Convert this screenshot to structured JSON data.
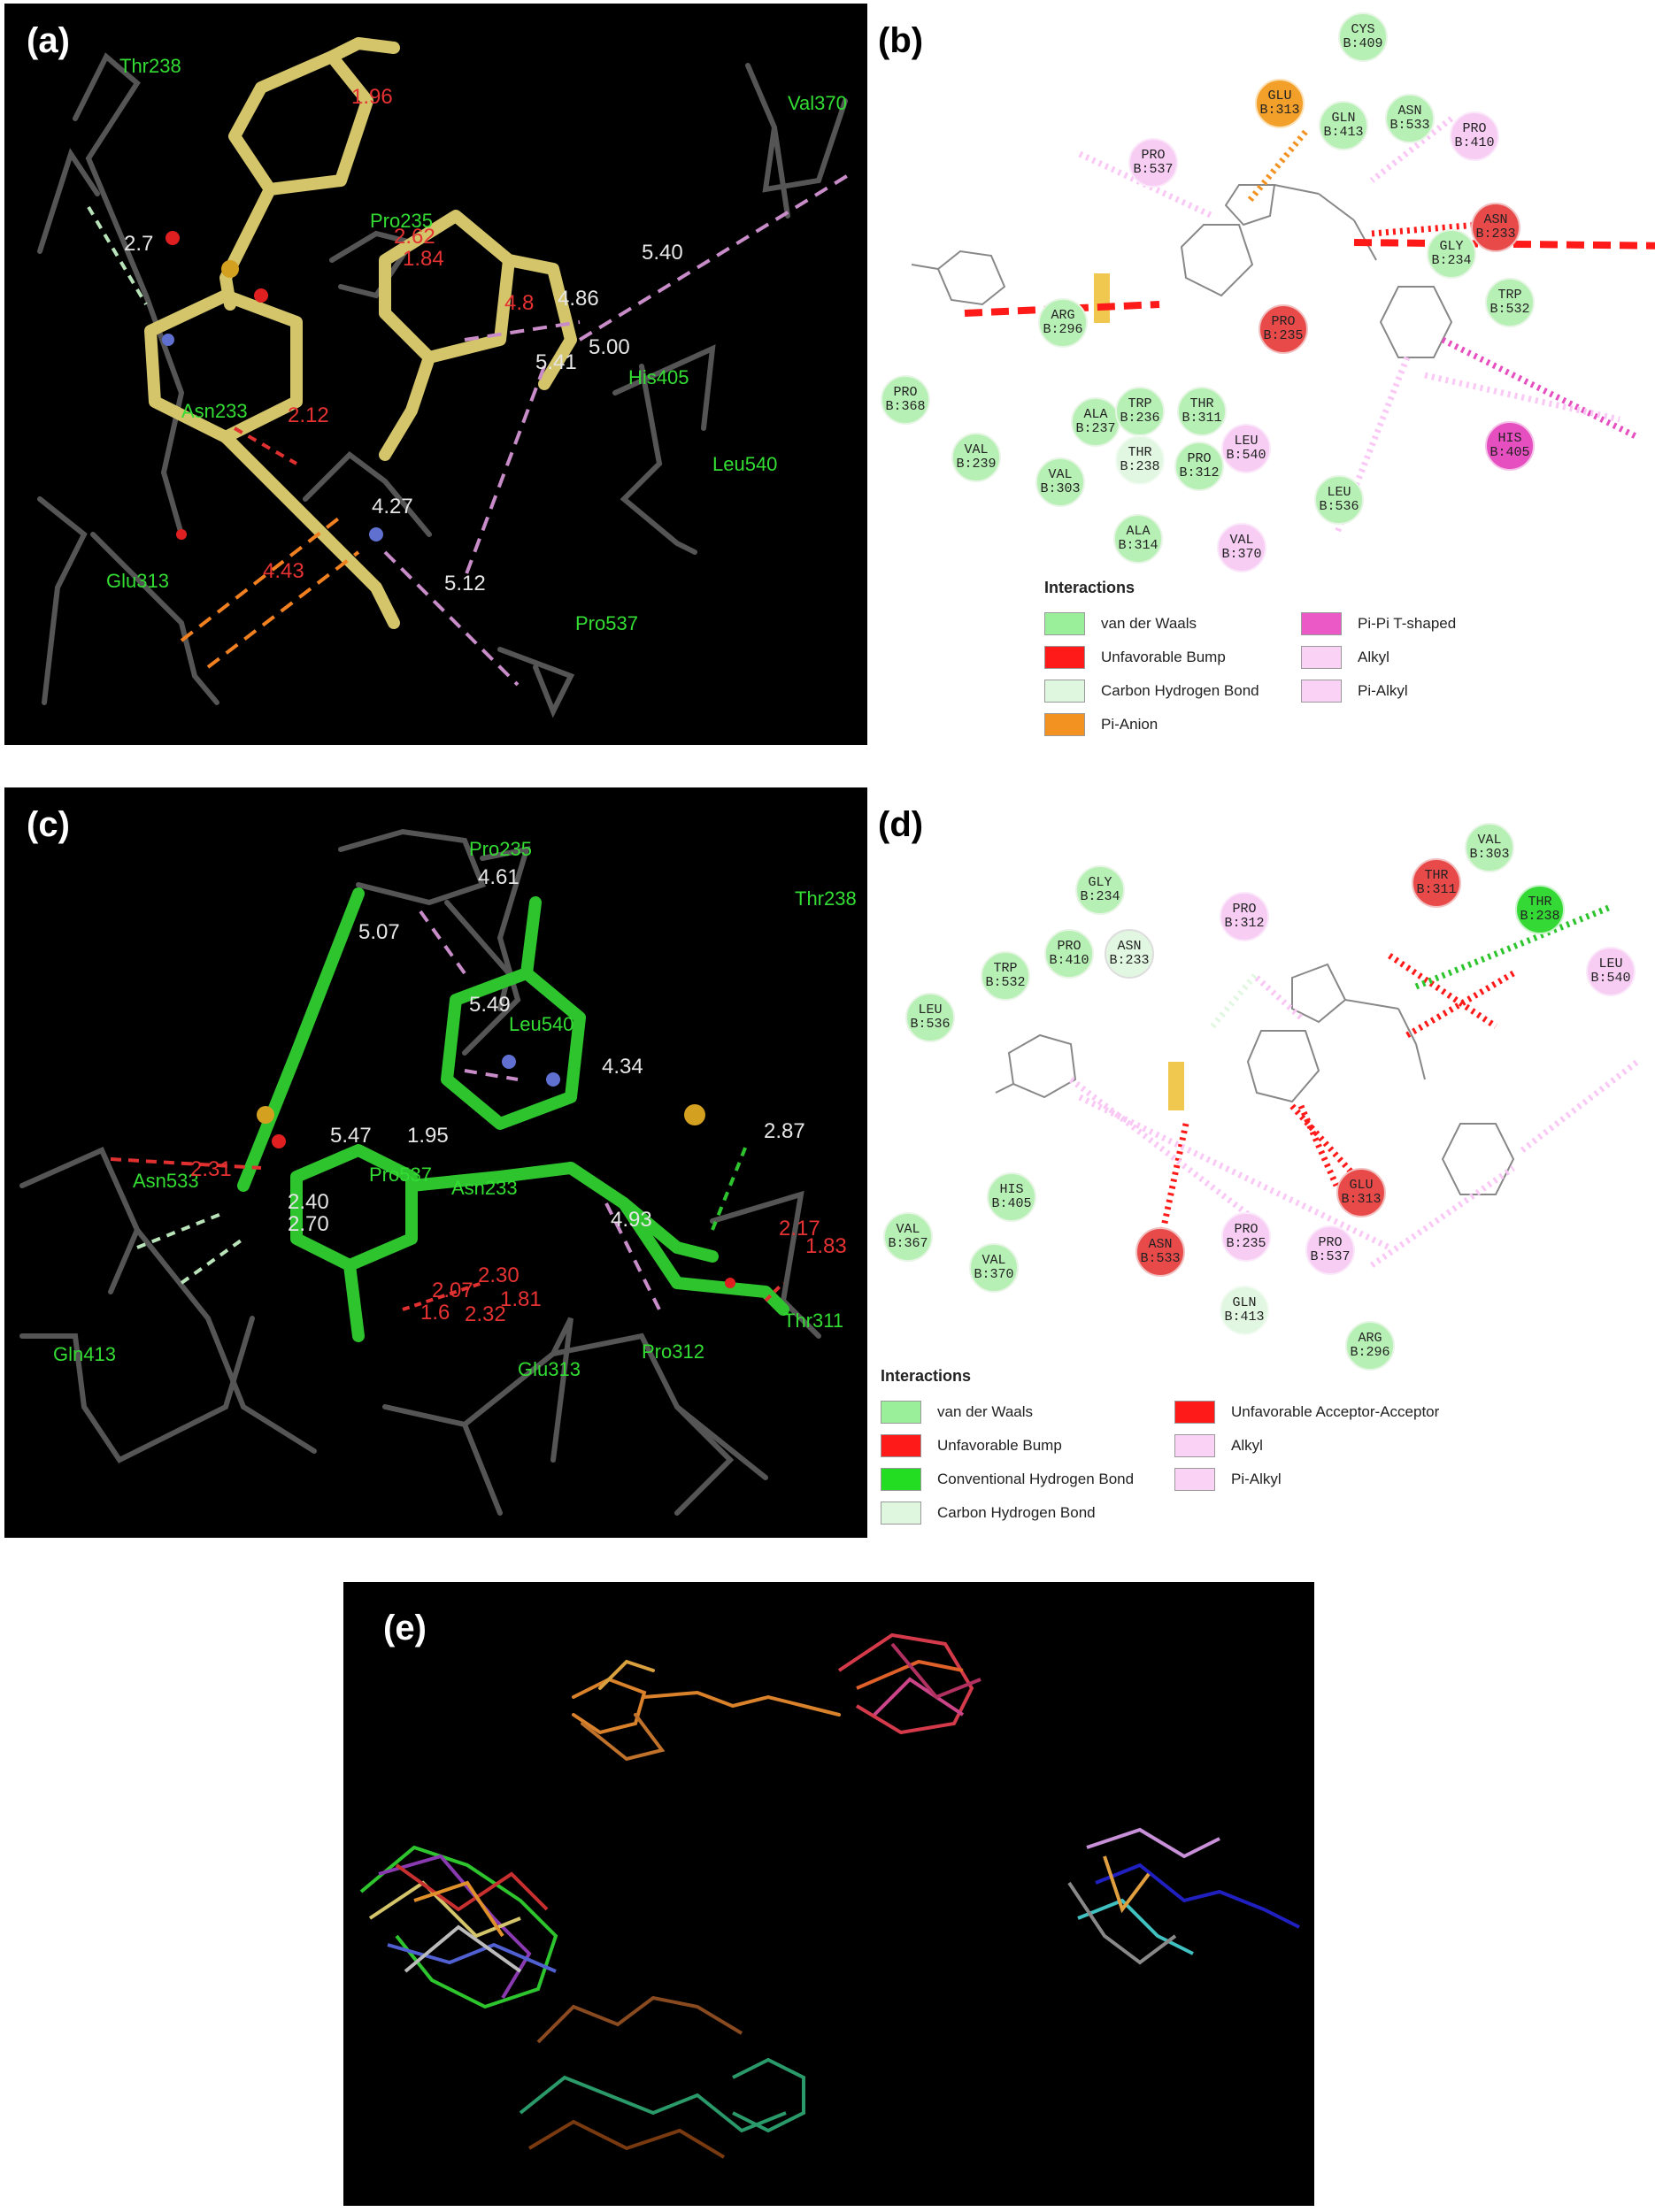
{
  "panels": {
    "a": {
      "label": "(a)"
    },
    "b": {
      "label": "(b)"
    },
    "c": {
      "label": "(c)"
    },
    "d": {
      "label": "(d)"
    },
    "e": {
      "label": "(e)"
    }
  },
  "panel_a": {
    "residues": [
      "Thr238",
      "Val370",
      "Pro235",
      "Asn233",
      "His405",
      "Leu540",
      "Glu313",
      "Pro537",
      "Leu540"
    ],
    "distances": [
      "2.7",
      "1.96",
      "5.40",
      "4.8",
      "4.86",
      "5.00",
      "5.41",
      "2.12",
      "4.27",
      "4.43",
      "5.12",
      "2.62",
      "1.84"
    ]
  },
  "panel_b": {
    "nodes": [
      {
        "name": "CYS",
        "id": "B:409"
      },
      {
        "name": "GLU",
        "id": "B:313"
      },
      {
        "name": "GLN",
        "id": "B:413"
      },
      {
        "name": "ASN",
        "id": "B:533"
      },
      {
        "name": "PRO",
        "id": "B:410"
      },
      {
        "name": "PRO",
        "id": "B:537"
      },
      {
        "name": "ASN",
        "id": "B:233"
      },
      {
        "name": "GLY",
        "id": "B:234"
      },
      {
        "name": "TRP",
        "id": "B:532"
      },
      {
        "name": "ARG",
        "id": "B:296"
      },
      {
        "name": "PRO",
        "id": "B:235"
      },
      {
        "name": "PRO",
        "id": "B:368"
      },
      {
        "name": "ALA",
        "id": "B:237"
      },
      {
        "name": "TRP",
        "id": "B:236"
      },
      {
        "name": "THR",
        "id": "B:311"
      },
      {
        "name": "VAL",
        "id": "B:239"
      },
      {
        "name": "THR",
        "id": "B:238"
      },
      {
        "name": "PRO",
        "id": "B:312"
      },
      {
        "name": "LEU",
        "id": "B:540"
      },
      {
        "name": "HIS",
        "id": "B:405"
      },
      {
        "name": "VAL",
        "id": "B:303"
      },
      {
        "name": "LEU",
        "id": "B:536"
      },
      {
        "name": "ALA",
        "id": "B:314"
      },
      {
        "name": "VAL",
        "id": "B:370"
      }
    ],
    "legend_title": "Interactions",
    "legend": [
      {
        "label": "van der Waals",
        "color": "#9af09a"
      },
      {
        "label": "Unfavorable Bump",
        "color": "#ff1a1a"
      },
      {
        "label": "Carbon Hydrogen Bond",
        "color": "#dff7df"
      },
      {
        "label": "Pi-Anion",
        "color": "#f39220"
      },
      {
        "label": "Pi-Pi T-shaped",
        "color": "#ea59c6"
      },
      {
        "label": "Alkyl",
        "color": "#f9d2f6"
      },
      {
        "label": "Pi-Alkyl",
        "color": "#f9d2f6"
      }
    ]
  },
  "panel_c": {
    "residues": [
      "Pro235",
      "Thr238",
      "Leu540",
      "Asn533",
      "Asn233",
      "Gln413",
      "Glu313",
      "Pro312",
      "Thr311",
      "Pro537"
    ],
    "distances": [
      "4.61",
      "5.07",
      "5.49",
      "4.34",
      "5.47",
      "1.95",
      "2.87",
      "2.31",
      "2.40",
      "2.70",
      "4.93",
      "2.17",
      "1.83",
      "2.07",
      "2.30",
      "1.81",
      "1.6",
      "2.32"
    ]
  },
  "panel_d": {
    "nodes": [
      {
        "name": "VAL",
        "id": "B:303"
      },
      {
        "name": "GLY",
        "id": "B:234"
      },
      {
        "name": "THR",
        "id": "B:311"
      },
      {
        "name": "THR",
        "id": "B:238"
      },
      {
        "name": "PRO",
        "id": "B:312"
      },
      {
        "name": "LEU",
        "id": "B:540"
      },
      {
        "name": "PRO",
        "id": "B:410"
      },
      {
        "name": "ASN",
        "id": "B:233"
      },
      {
        "name": "TRP",
        "id": "B:532"
      },
      {
        "name": "LEU",
        "id": "B:536"
      },
      {
        "name": "HIS",
        "id": "B:405"
      },
      {
        "name": "GLU",
        "id": "B:313"
      },
      {
        "name": "VAL",
        "id": "B:367"
      },
      {
        "name": "ASN",
        "id": "B:533"
      },
      {
        "name": "PRO",
        "id": "B:235"
      },
      {
        "name": "PRO",
        "id": "B:537"
      },
      {
        "name": "VAL",
        "id": "B:370"
      },
      {
        "name": "GLN",
        "id": "B:413"
      },
      {
        "name": "ARG",
        "id": "B:296"
      }
    ],
    "legend_title": "Interactions",
    "legend": [
      {
        "label": "van der Waals",
        "color": "#9af09a"
      },
      {
        "label": "Unfavorable Bump",
        "color": "#ff1a1a"
      },
      {
        "label": "Conventional Hydrogen Bond",
        "color": "#22dd22"
      },
      {
        "label": "Carbon Hydrogen Bond",
        "color": "#dff7df"
      },
      {
        "label": "Unfavorable Acceptor-Acceptor",
        "color": "#ff1a1a"
      },
      {
        "label": "Alkyl",
        "color": "#f9d2f6"
      },
      {
        "label": "Pi-Alkyl",
        "color": "#f9d2f6"
      }
    ]
  }
}
